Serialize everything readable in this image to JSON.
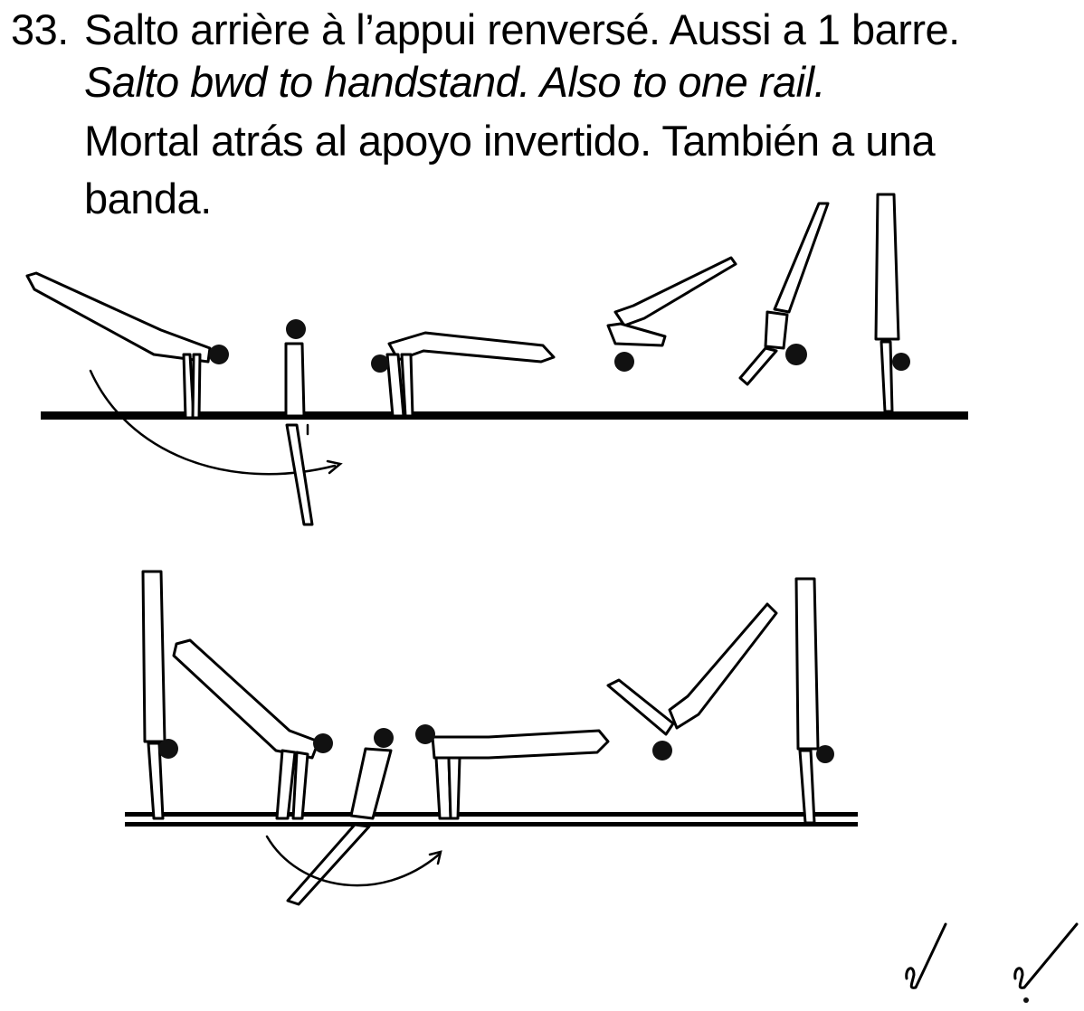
{
  "item": {
    "number": "33.",
    "french": "Salto arrière à l’appui renversé. Aussi a 1 barre.",
    "english": "Salto bwd to handstand. Also to one rail.",
    "spanish_line1": "Mortal atrás al apoyo invertido. También a una",
    "spanish_line2": "banda."
  },
  "illustrations": {
    "top": "gymnast-sequence-one-rail",
    "bottom": "gymnast-sequence-parallel-bars"
  },
  "marks": {
    "icon": "check-marks"
  }
}
